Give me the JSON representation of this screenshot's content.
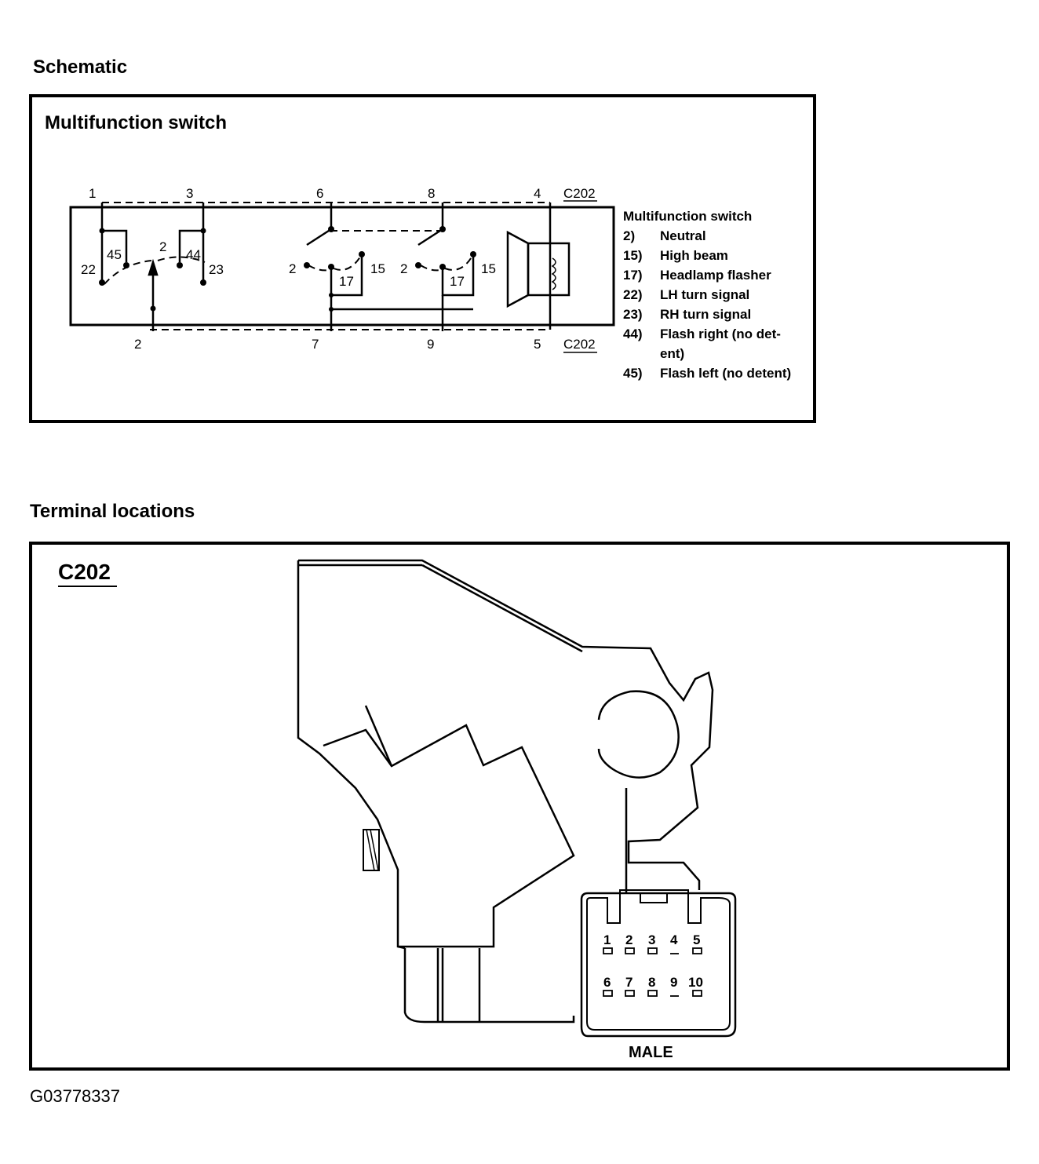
{
  "schematic": {
    "heading": "Schematic",
    "box_title": "Multifunction switch",
    "connector_label": "C202",
    "top_pins": [
      "1",
      "3",
      "6",
      "8",
      "4"
    ],
    "bottom_pins": [
      "2",
      "7",
      "9",
      "5"
    ],
    "contacts": {
      "c22": "22",
      "c45": "45",
      "c2a": "2",
      "c44": "44",
      "c23": "23",
      "s1_2": "2",
      "s1_17": "17",
      "s1_15": "15",
      "s2_2": "2",
      "s2_17": "17",
      "s2_15": "15"
    },
    "legend": {
      "title": "Multifunction switch",
      "items": [
        {
          "code": "2)",
          "desc": [
            "Neutral"
          ]
        },
        {
          "code": "15)",
          "desc": [
            "High beam"
          ]
        },
        {
          "code": "17)",
          "desc": [
            "Headlamp flasher"
          ]
        },
        {
          "code": "22)",
          "desc": [
            "LH turn signal"
          ]
        },
        {
          "code": "23)",
          "desc": [
            "RH turn signal"
          ]
        },
        {
          "code": "44)",
          "desc": [
            "Flash right (no det-",
            "ent)"
          ]
        },
        {
          "code": "45)",
          "desc": [
            "Flash left (no detent)"
          ]
        }
      ]
    }
  },
  "terminals": {
    "heading": "Terminal locations",
    "connector_label": "C202",
    "row1": [
      "1",
      "2",
      "3",
      "4",
      "5"
    ],
    "row2": [
      "6",
      "7",
      "8",
      "9",
      "10"
    ],
    "gender": "MALE"
  },
  "figure_id": "G03778337"
}
